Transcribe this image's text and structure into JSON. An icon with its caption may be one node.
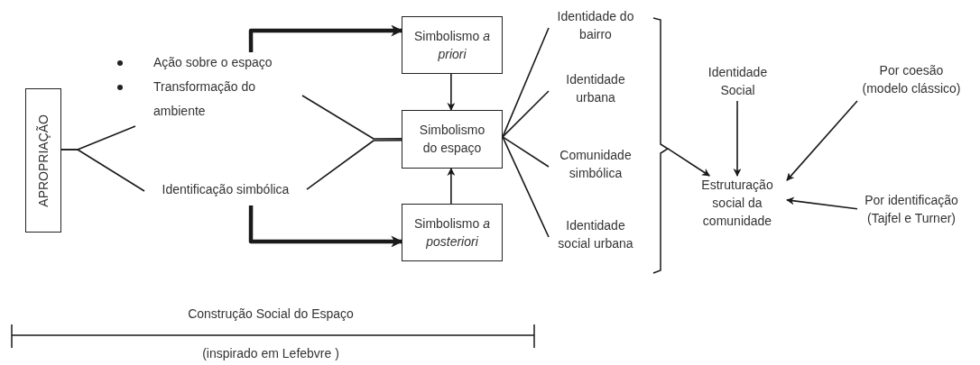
{
  "diagram": {
    "nodes": [
      {
        "text": [
          "APROPRIAÇÃO"
        ]
      },
      {
        "text": [
          "Ação sobre o espaço",
          "Transformação do ambiente"
        ]
      },
      {
        "text": [
          "Identificação simbólica"
        ]
      },
      {
        "text": [
          "Simbolismo *a priori*"
        ]
      },
      {
        "text": [
          "Simbolismo do espaço"
        ]
      },
      {
        "text": [
          "Simbolismo *a posteriori*"
        ]
      },
      {
        "text": [
          "Identidade do bairro"
        ]
      },
      {
        "text": [
          "Identidade urbana"
        ]
      },
      {
        "text": [
          "Comunidade simbólica"
        ]
      },
      {
        "text": [
          "Identidade social urbana"
        ]
      },
      {
        "text": [],
        "shape": "bracket"
      },
      {
        "text": [
          "Identidade Social"
        ]
      },
      {
        "text": [
          "Estruturação social da comunidade"
        ]
      },
      {
        "text": [
          "Por coesão (modelo clássico)"
        ]
      },
      {
        "text": [
          "Por identificação (Tajfel e Turner)"
        ]
      }
    ],
    "edges": [
      {
        "from": 0,
        "to": 1,
        "arrow": "none"
      },
      {
        "from": 0,
        "to": 2,
        "arrow": "none"
      },
      {
        "from": 1,
        "to": 4,
        "arrow": "none"
      },
      {
        "from": 2,
        "to": 4,
        "arrow": "none"
      },
      {
        "from": 1,
        "to": 3,
        "arrow": "to",
        "style": "thick"
      },
      {
        "from": 2,
        "to": 5,
        "arrow": "to",
        "style": "thick"
      },
      {
        "from": 3,
        "to": 4,
        "arrow": "to"
      },
      {
        "from": 5,
        "to": 4,
        "arrow": "to"
      },
      {
        "from": 4,
        "to": 6,
        "arrow": "none"
      },
      {
        "from": 4,
        "to": 7,
        "arrow": "none"
      },
      {
        "from": 4,
        "to": 8,
        "arrow": "none"
      },
      {
        "from": 4,
        "to": 9,
        "arrow": "none"
      },
      {
        "from": 10,
        "to": 12,
        "arrow": "to"
      },
      {
        "from": 11,
        "to": 12,
        "arrow": "to"
      },
      {
        "from": 13,
        "to": 12,
        "arrow": "to"
      },
      {
        "from": 14,
        "to": 12,
        "arrow": "to"
      }
    ],
    "labels": [
      "Construção Social do Espaço",
      "(inspirado em Lefebvre )"
    ]
  }
}
